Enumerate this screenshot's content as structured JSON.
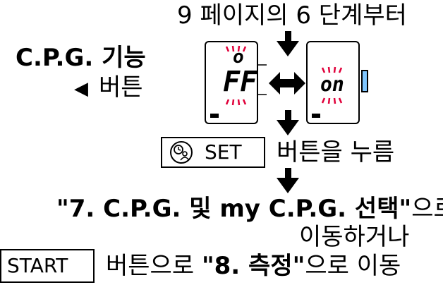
{
  "header_text": "9 페이지의 6 단계부터",
  "cpg_function_label": "C.P.G. 기능",
  "left_button_symbol": "◀",
  "left_button_label": "버튼",
  "display_off": {
    "digit_top": "o",
    "digit_main": "FF"
  },
  "display_on": {
    "digit_main": "on"
  },
  "set_key": {
    "label": "SET"
  },
  "press_label": "버튼을 누름",
  "goto_line1_prefix": "\"7. C.P.G. 및 my C.P.G. 선택\"",
  "goto_line1_suffix": "으로",
  "goto_line2": "이동하거나",
  "start_key": {
    "label": "START"
  },
  "goto_line3_a": "버튼으로 ",
  "goto_line3_b": "\"8. 측정\"",
  "goto_line3_c": "으로 이동",
  "colors": {
    "blink": "#e0003a",
    "lcd_indicator": "#7fc6ff"
  }
}
